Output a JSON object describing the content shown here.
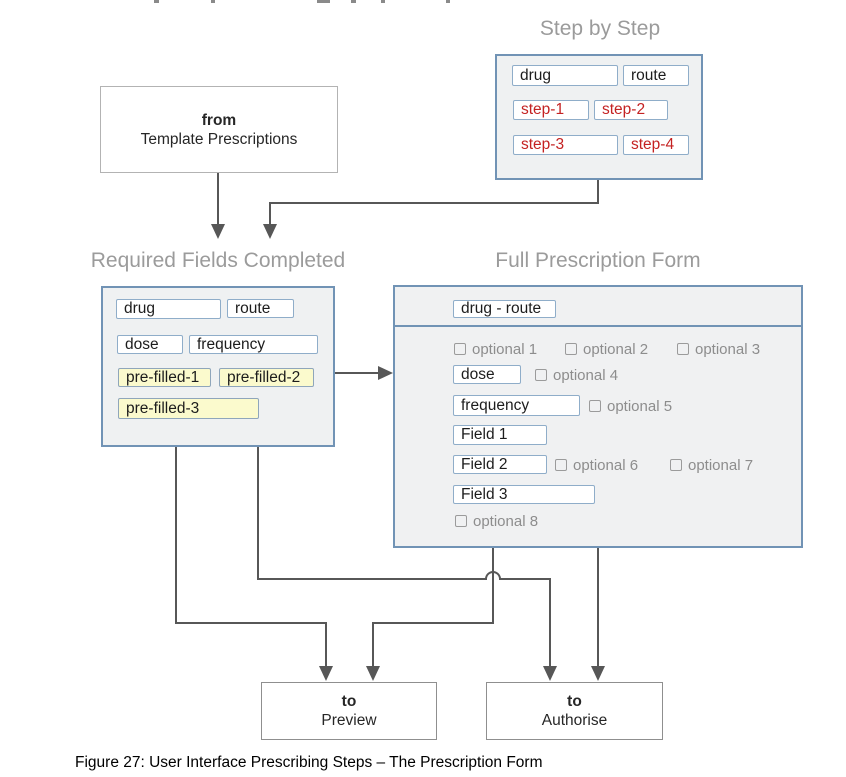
{
  "figure": {
    "caption": "Figure 27: User Interface Prescribing Steps – The Prescription Form"
  },
  "template_node": {
    "emphasis": "from",
    "label": "Template Prescriptions"
  },
  "step_by_step": {
    "title": "Step by Step",
    "fields": {
      "drug": "drug",
      "route": "route",
      "step1": "step-1",
      "step2": "step-2",
      "step3": "step-3",
      "step4": "step-4"
    }
  },
  "required_fields": {
    "title": "Required Fields Completed",
    "fields": {
      "drug": "drug",
      "route": "route",
      "dose": "dose",
      "frequency": "frequency",
      "prefilled1": "pre-filled-1",
      "prefilled2": "pre-filled-2",
      "prefilled3": "pre-filled-3"
    }
  },
  "full_form": {
    "title": "Full Prescription Form",
    "header_field": "drug - route",
    "fields": {
      "dose": "dose",
      "frequency": "frequency",
      "field1": "Field 1",
      "field2": "Field 2",
      "field3": "Field 3"
    },
    "options": [
      "optional 1",
      "optional 2",
      "optional 3",
      "optional 4",
      "optional 5",
      "optional 6",
      "optional 7",
      "optional 8"
    ]
  },
  "preview_node": {
    "emphasis": "to",
    "label": "Preview"
  },
  "authorise_node": {
    "emphasis": "to",
    "label": "Authorise"
  },
  "colors": {
    "panel_border": "#7193b5",
    "field_border": "#8fadc9",
    "panel_bg": "#eff1f2",
    "prefilled_bg": "#fbfacd",
    "step_text": "#c42222",
    "title_gray": "#9b9b9b",
    "option_gray": "#8d8d8d",
    "arrow": "#575757"
  }
}
